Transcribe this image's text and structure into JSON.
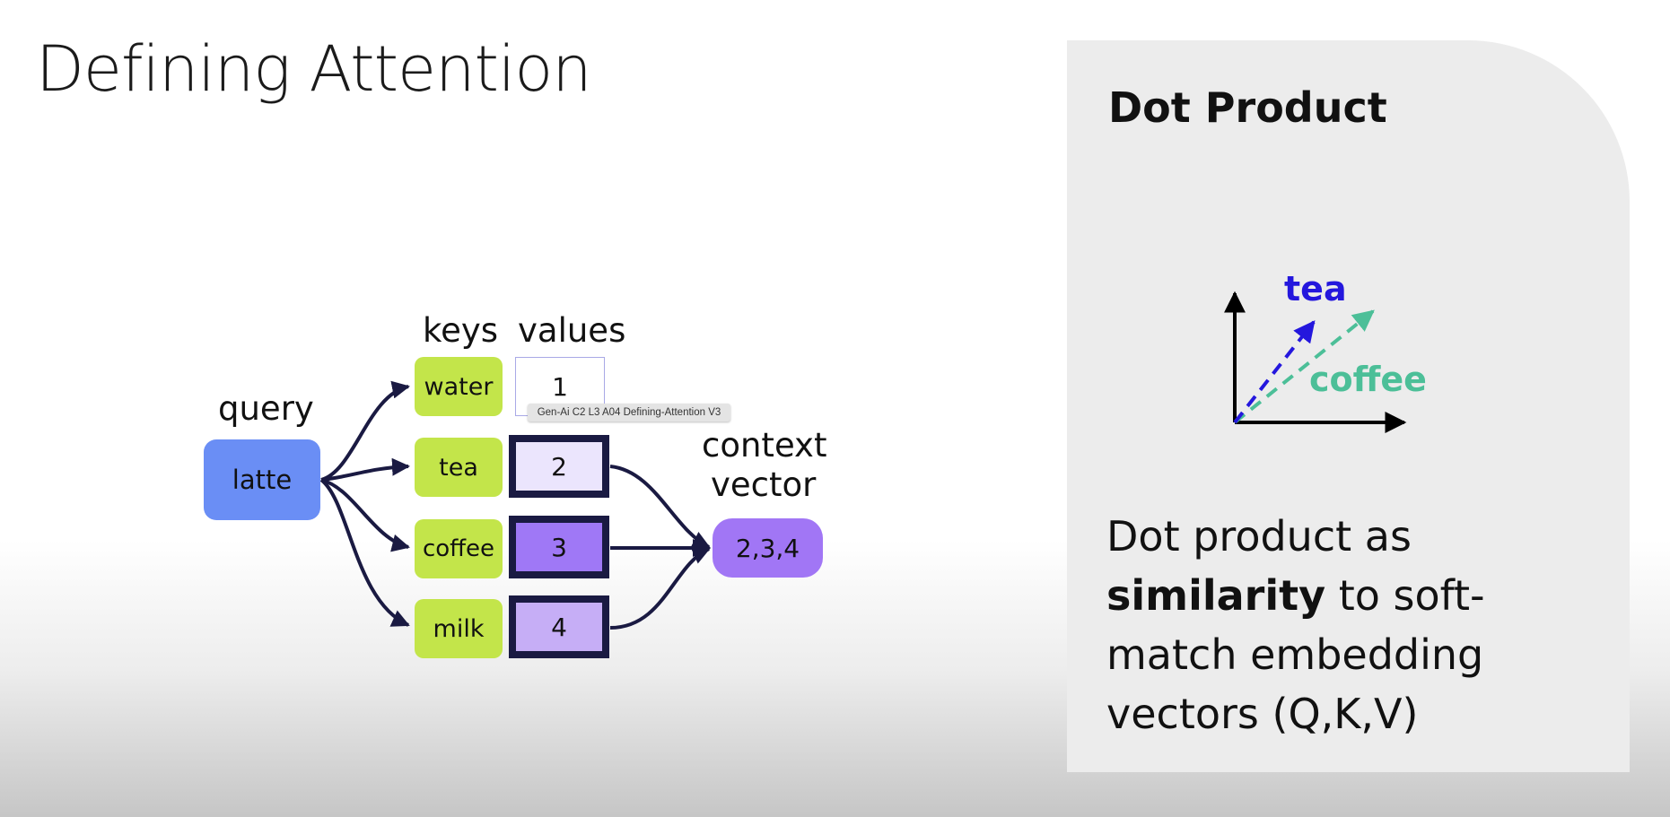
{
  "title": "Defining Attention",
  "diagram": {
    "query_label": "query",
    "query_value": "latte",
    "keys_label": "keys",
    "values_label": "values",
    "keys": [
      "water",
      "tea",
      "coffee",
      "milk"
    ],
    "values": [
      "1",
      "2",
      "3",
      "4"
    ],
    "context_label_line1": "context",
    "context_label_line2": "vector",
    "context_value": "2,3,4",
    "tooltip": "Gen-Ai C2 L3 A04 Defining-Attention V3",
    "colors": {
      "query": "#6a8ef5",
      "key": "#c3e54a",
      "value_tea": "#ebe5fd",
      "value_coffee": "#9f78f6",
      "value_milk": "#c6aef6",
      "context": "#a176f5",
      "arrows": "#1a1a42"
    }
  },
  "panel": {
    "title": "Dot Product",
    "vector_labels": {
      "tea": "tea",
      "coffee": "coffee"
    },
    "colors": {
      "tea": "#2417dd",
      "coffee": "#4cbf98",
      "axes": "#000000"
    },
    "body": {
      "part1": "Dot product as ",
      "bold": "similarity",
      "part2": " to soft-match embedding vectors (Q,K,V)"
    }
  }
}
